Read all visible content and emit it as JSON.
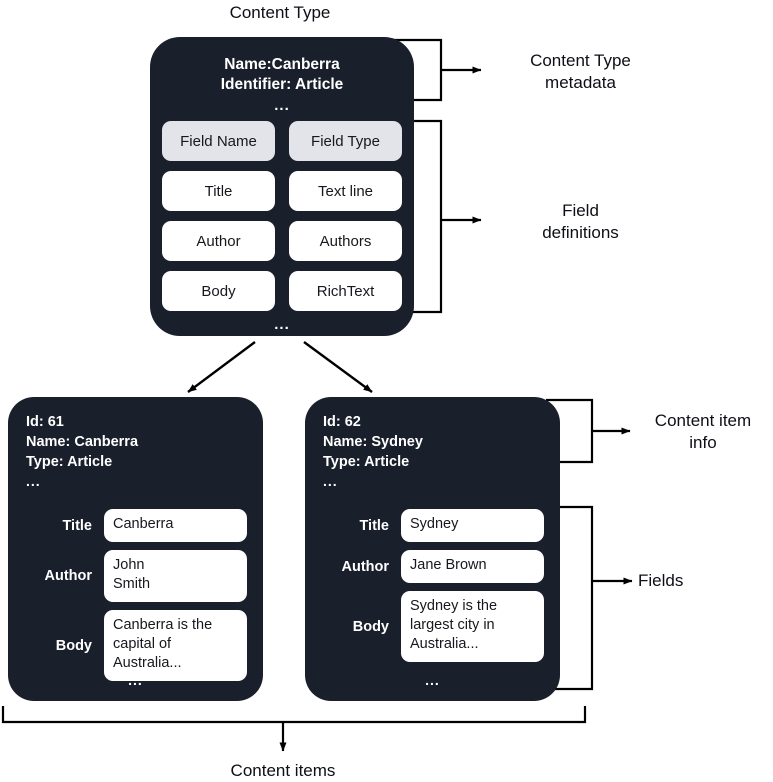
{
  "titles": {
    "top": "Content Type",
    "bottom": "Content items"
  },
  "content_type": {
    "name_line": "Name:Canberra",
    "identifier_line": "Identifier: Article",
    "ellipsis": "...",
    "ellipsis_bottom": "...",
    "field_table": {
      "headers": [
        "Field Name",
        "Field Type"
      ],
      "rows": [
        [
          "Title",
          "Text line"
        ],
        [
          "Author",
          "Authors"
        ],
        [
          "Body",
          "RichText"
        ]
      ]
    }
  },
  "annotations": {
    "content_type_metadata": "Content Type\nmetadata",
    "field_definitions": "Field\ndefinitions",
    "content_item_info": "Content item\ninfo",
    "fields": "Fields"
  },
  "content_items": [
    {
      "meta": "Id: 61\nName: Canberra\nType: Article",
      "ellipsis": "...",
      "ellipsis_bottom": "...",
      "fields": [
        {
          "label": "Title",
          "value": "Canberra"
        },
        {
          "label": "Author",
          "value": "John\nSmith"
        },
        {
          "label": "Body",
          "value": "Canberra is the\ncapital of\nAustralia..."
        }
      ]
    },
    {
      "meta": "Id: 62\nName: Sydney\nType: Article",
      "ellipsis": "...",
      "ellipsis_bottom": "...",
      "fields": [
        {
          "label": "Title",
          "value": "Sydney"
        },
        {
          "label": "Author",
          "value": "Jane Brown"
        },
        {
          "label": "Body",
          "value": "Sydney is the\nlargest city in\nAustralia..."
        }
      ]
    }
  ],
  "colors": {
    "card_background": "#1a1f2c",
    "chip_background": "#ffffff",
    "chip_header_background": "#e3e3ea",
    "text_dark": "#0d0f16",
    "text_light": "#ffffff",
    "connector": "#000000",
    "page_background": "#ffffff"
  }
}
